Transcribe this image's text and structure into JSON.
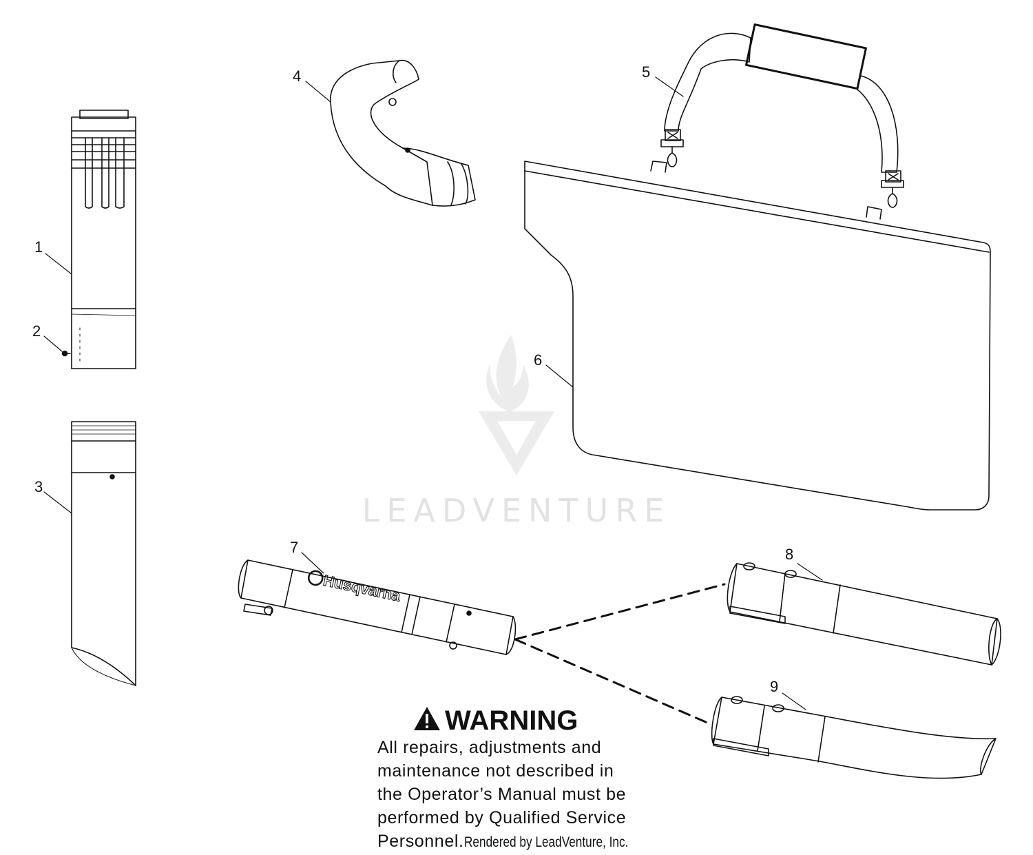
{
  "callouts": [
    {
      "id": "1",
      "label": "1"
    },
    {
      "id": "2",
      "label": "2"
    },
    {
      "id": "3",
      "label": "3"
    },
    {
      "id": "4",
      "label": "4"
    },
    {
      "id": "5",
      "label": "5"
    },
    {
      "id": "6",
      "label": "6"
    },
    {
      "id": "7",
      "label": "7"
    },
    {
      "id": "8",
      "label": "8"
    },
    {
      "id": "9",
      "label": "9"
    }
  ],
  "brand_on_tube": "Husqvarna",
  "watermark": "LEADVENTURE",
  "warning": {
    "title": "WARNING",
    "lines": [
      "All repairs, adjustments and",
      "maintenance not described in",
      "the Operator’s Manual must be",
      "performed by Qualified Service",
      "Personnel."
    ]
  },
  "credit": "Rendered by LeadVenture, Inc.",
  "colors": {
    "line": "#111111",
    "watermark": "#e2e2e2"
  }
}
